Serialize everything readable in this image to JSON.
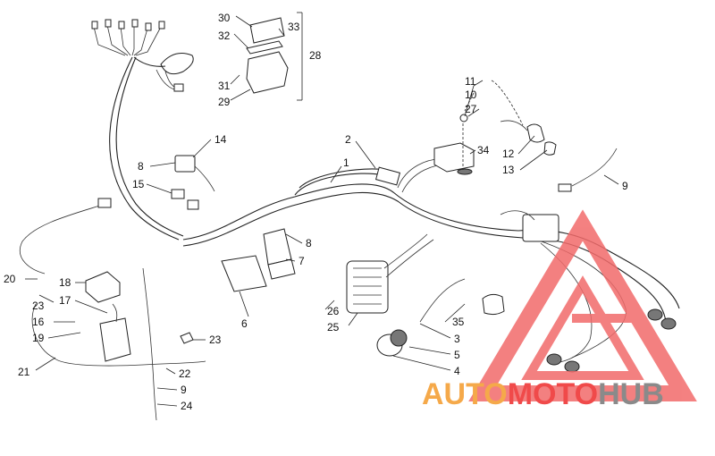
{
  "diagram": {
    "callouts": {
      "c1": "1",
      "c2": "2",
      "c3": "3",
      "c4": "4",
      "c5": "5",
      "c6": "6",
      "c7": "7",
      "c8a": "8",
      "c8b": "8",
      "c9a": "9",
      "c9b": "9",
      "c10": "10",
      "c11": "11",
      "c12": "12",
      "c13": "13",
      "c14": "14",
      "c15": "15",
      "c16": "16",
      "c17": "17",
      "c18": "18",
      "c19": "19",
      "c20": "20",
      "c21": "21",
      "c22": "22",
      "c23a": "23",
      "c23b": "23",
      "c24": "24",
      "c25": "25",
      "c26": "26",
      "c27": "27",
      "c28": "28",
      "c29": "29",
      "c30": "30",
      "c31": "31",
      "c32": "32",
      "c33": "33",
      "c34": "34",
      "c35": "35"
    }
  },
  "watermark": {
    "brand_part1": "AUTO",
    "brand_part2": "MOTO",
    "brand_part3": "HUB",
    "colors": {
      "orange": "#f5a94a",
      "red": "#f04a4a",
      "gray": "#8a8a8a",
      "logo_red": "#f26b6b"
    }
  }
}
